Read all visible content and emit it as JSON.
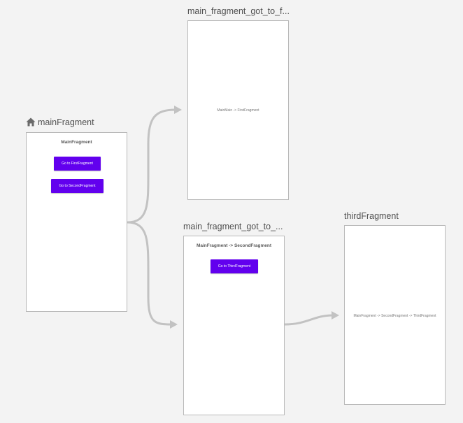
{
  "colors": {
    "canvas_background": "#f3f3f3",
    "arrow": "#c2c2c2",
    "button": "#6200ee",
    "title_text": "#505050"
  },
  "destinations": {
    "main": {
      "title": "mainFragment",
      "start_icon": "home-icon",
      "screen_title": "MainFragment",
      "button_first": "Go to FirstFragment",
      "button_second": "Go to SecondFragment"
    },
    "first": {
      "title": "main_fragment_got_to_f...",
      "screen_text": "MainMain -> FirstFragment"
    },
    "second": {
      "title": "main_fragment_got_to_...",
      "screen_title": "MainFragment -> SecondFragment",
      "button_third": "Go to ThirdFragment"
    },
    "third": {
      "title": "thirdFragment",
      "screen_text": "MainFragment -> SecondFragment -> ThirdFragment"
    }
  }
}
